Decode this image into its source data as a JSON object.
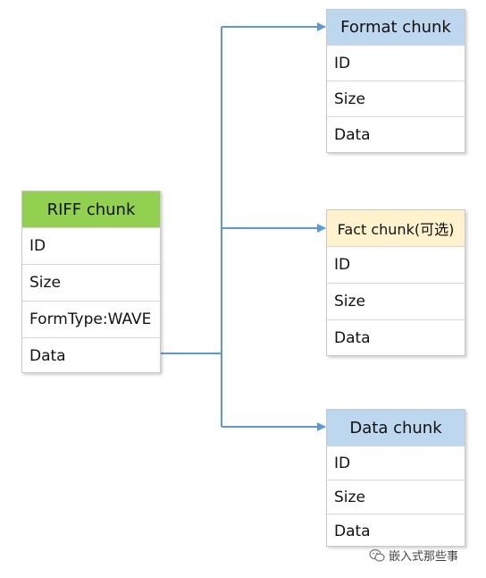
{
  "colors": {
    "connector": "#5b9bd5",
    "riff_header": "#92d050",
    "format_header": "#bdd7ee",
    "fact_header": "#fff2cc",
    "data_header": "#bdd7ee"
  },
  "riff_chunk": {
    "title": "RIFF chunk",
    "fields": [
      "ID",
      "Size",
      "FormType:WAVE",
      "Data"
    ]
  },
  "format_chunk": {
    "title": "Format chunk",
    "fields": [
      "ID",
      "Size",
      "Data"
    ]
  },
  "fact_chunk": {
    "title": "Fact chunk(可选)",
    "fields": [
      "ID",
      "Size",
      "Data"
    ]
  },
  "data_chunk": {
    "title": "Data chunk",
    "fields": [
      "ID",
      "Size",
      "Data"
    ]
  },
  "watermark": {
    "icon": "wechat-icon",
    "text": "嵌入式那些事"
  }
}
